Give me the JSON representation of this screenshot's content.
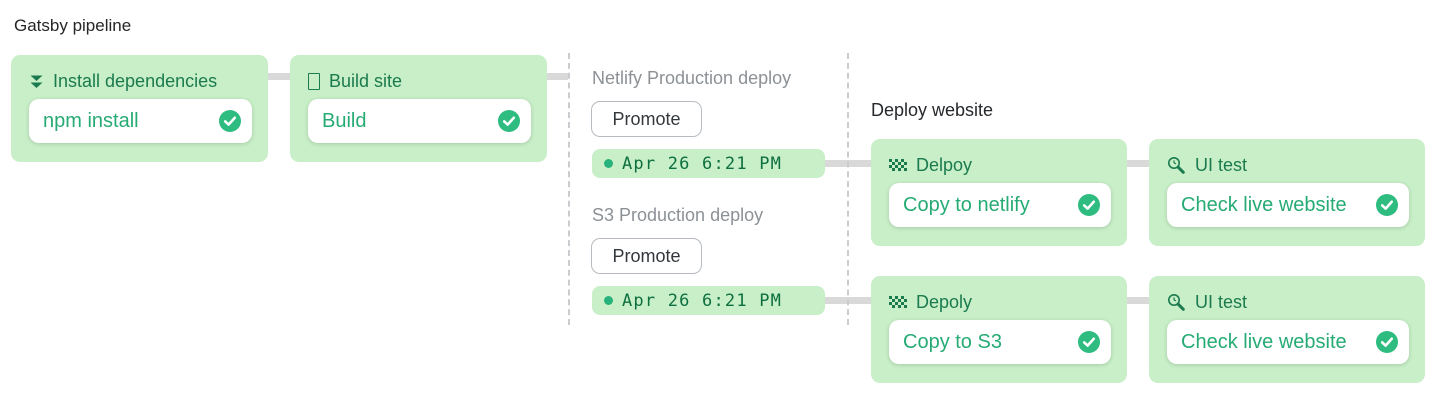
{
  "header": {
    "title": "Gatsby pipeline"
  },
  "stages": {
    "install": {
      "title": "Install dependencies",
      "action_label": "npm install",
      "status": "success"
    },
    "build": {
      "title": "Build site",
      "action_label": "Build",
      "status": "success"
    },
    "netlify_deploy": {
      "title": "Delpoy",
      "action_label": "Copy to netlify",
      "status": "success"
    },
    "netlify_ui_test": {
      "title": "UI test",
      "action_label": "Check live website",
      "status": "success"
    },
    "s3_deploy": {
      "title": "Depoly",
      "action_label": "Copy to S3",
      "status": "success"
    },
    "s3_ui_test": {
      "title": "UI test",
      "action_label": "Check live website",
      "status": "success"
    }
  },
  "promotions": {
    "netlify": {
      "title": "Netlify Production deploy",
      "button_label": "Promote",
      "last_run": "Apr 26 6:21 PM"
    },
    "s3": {
      "title": "S3 Production deploy",
      "button_label": "Promote",
      "last_run": "Apr 26 6:21 PM"
    }
  },
  "deploy_section": {
    "title": "Deploy website"
  },
  "icons": {
    "install": "double-chevron-down-icon",
    "build": "placeholder-glyph-icon",
    "deploy": "checkered-flag-icon",
    "ui_test": "magnifier-icon",
    "action_status": "check-circle-icon",
    "run_badge": "status-dot-icon"
  },
  "colors": {
    "stage_bg": "#c8efc8",
    "stage_title_text": "#1b7b4e",
    "action_text": "#26ab74",
    "check_circle": "#2ebc80",
    "run_text": "#0d6f3f",
    "run_dot": "#27b27b",
    "muted_text": "#8c9196",
    "dark_text": "#26292c",
    "connector": "#d9d9d9",
    "dashed_line": "#c9cdd0"
  }
}
